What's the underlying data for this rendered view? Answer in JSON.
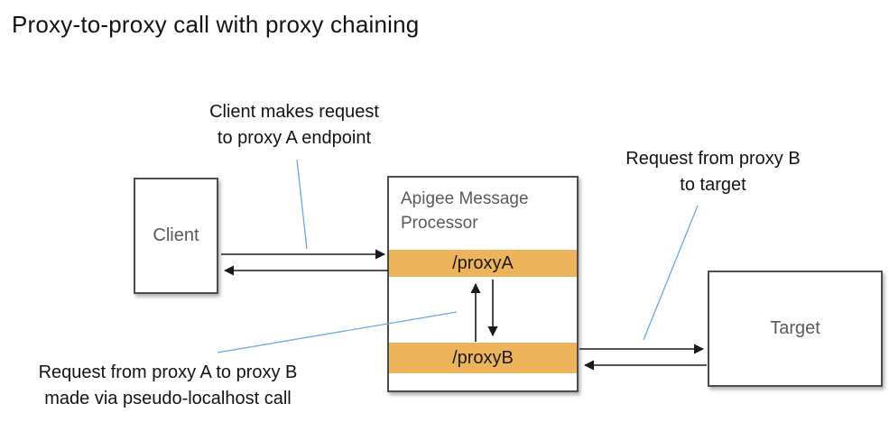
{
  "title": "Proxy-to-proxy call with proxy chaining",
  "colors": {
    "accent_orange": "#EDB45C",
    "callout_blue": "#6FA8DC",
    "box_border": "#4D4D4D",
    "box_label": "#5A5A5A",
    "arrow_black": "#1A1A1A",
    "text_black": "#131313"
  },
  "nodes": {
    "client": {
      "label": "Client"
    },
    "message_processor": {
      "label": "Apigee Message Processor",
      "proxy_a_label": "/proxyA",
      "proxy_b_label": "/proxyB"
    },
    "target": {
      "label": "Target"
    }
  },
  "annotations": {
    "client_request": {
      "line1": "Client makes request",
      "line2": "to proxy A endpoint"
    },
    "proxy_b_to_target": {
      "line1": "Request from proxy B",
      "line2": "to target"
    },
    "proxy_a_to_b": {
      "line1": "Request from proxy A to proxy B",
      "line2": "made via pseudo-localhost call"
    }
  }
}
